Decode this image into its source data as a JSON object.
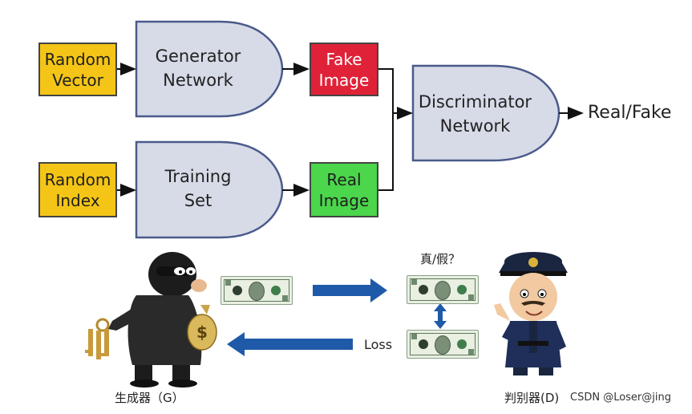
{
  "flow": {
    "random_vector": "Random\nVector",
    "random_index": "Random\nIndex",
    "generator_network": "Generator\nNetwork",
    "training_set": "Training\nSet",
    "fake_image": "Fake\nImage",
    "real_image": "Real\nImage",
    "discriminator_network": "Discriminator\nNetwork",
    "output_label": "Real/Fake"
  },
  "illustration": {
    "question": "真/假？",
    "loss_label": "Loss",
    "generator_caption": "生成器（G）",
    "discriminator_caption": "判别器(D)",
    "watermark": "CSDN @Loser@jing"
  },
  "colors": {
    "yellow": "#f4c517",
    "red": "#e02238",
    "green": "#4bd64b",
    "gate_fill": "#d7dbe8",
    "gate_stroke": "#4a5a8a",
    "arrow_blue": "#1e5aa8"
  }
}
